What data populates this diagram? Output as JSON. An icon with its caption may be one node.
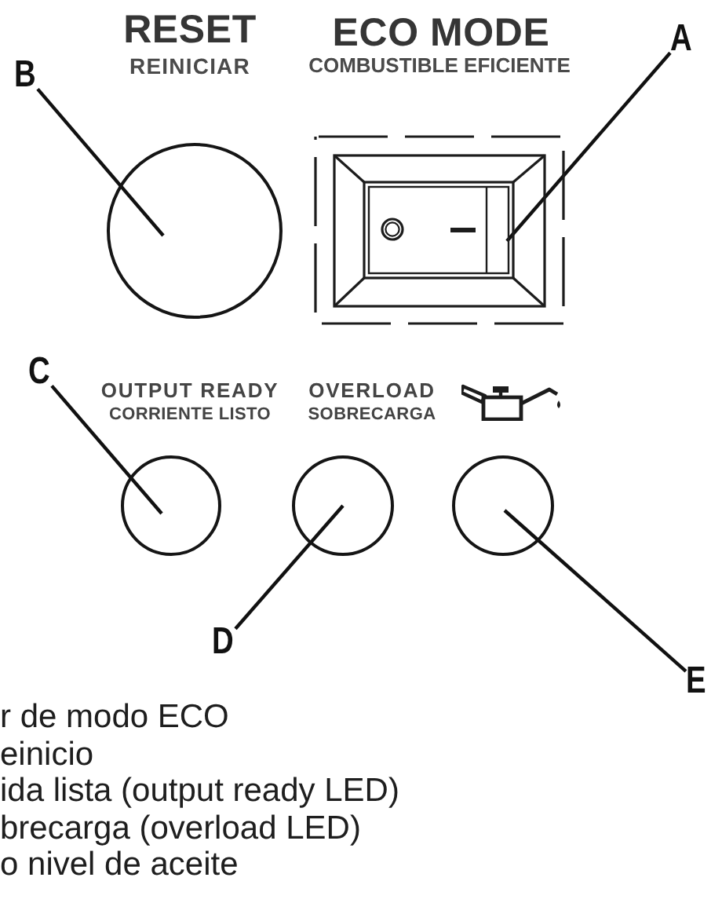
{
  "diagram": {
    "nodes": [
      {
        "text": [
          "B"
        ]
      },
      {
        "text": [
          "A"
        ]
      },
      {
        "text": [],
        "shape": "circle"
      },
      {
        "text": [],
        "shape": "picture"
      },
      {
        "text": [
          "C"
        ]
      },
      {
        "text": [],
        "shape": "circle"
      },
      {
        "text": [],
        "shape": "circle"
      },
      {
        "text": [],
        "shape": "circle"
      },
      {
        "text": [
          "D"
        ]
      },
      {
        "text": [
          "E"
        ]
      }
    ],
    "edges": [
      {
        "from": 0,
        "to": 2,
        "arrow": "none"
      },
      {
        "from": 1,
        "to": 3,
        "arrow": "none"
      },
      {
        "from": 4,
        "to": 5,
        "arrow": "none"
      },
      {
        "from": 8,
        "to": 6,
        "arrow": "none"
      },
      {
        "from": 9,
        "to": 7,
        "arrow": "none"
      }
    ],
    "labels": [
      "RESET",
      "ECO MODE",
      "REINICIAR",
      "COMBUSTIBLE EFICIENTE",
      "OUTPUT READY",
      "OVERLOAD",
      "CORRIENTE LISTO",
      "SOBRECARGA",
      "r de modo ECO",
      "einicio",
      "ida lista (output ready LED)",
      "brecarga (overload LED)",
      "o nivel de aceite"
    ]
  }
}
